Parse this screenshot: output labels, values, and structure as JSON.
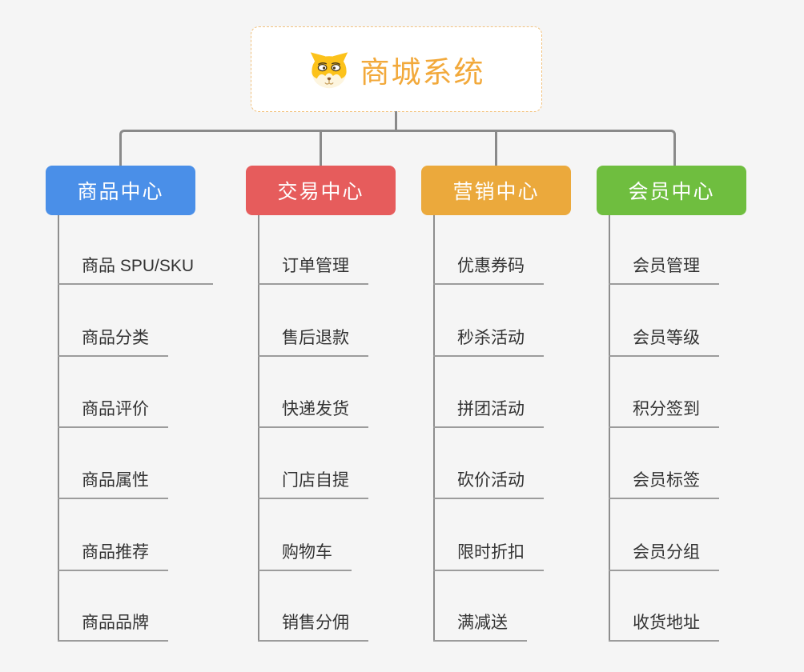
{
  "root": {
    "label": "商城系统",
    "icon": "dog-icon"
  },
  "branches": [
    {
      "id": "product-center",
      "label": "商品中心",
      "color": "#4A8FE8",
      "items": [
        "商品 SPU/SKU",
        "商品分类",
        "商品评价",
        "商品属性",
        "商品推荐",
        "商品品牌"
      ]
    },
    {
      "id": "trade-center",
      "label": "交易中心",
      "color": "#E65C5C",
      "items": [
        "订单管理",
        "售后退款",
        "快递发货",
        "门店自提",
        "购物车",
        "销售分佣"
      ]
    },
    {
      "id": "marketing-center",
      "label": "营销中心",
      "color": "#EBA93C",
      "items": [
        "优惠券码",
        "秒杀活动",
        "拼团活动",
        "砍价活动",
        "限时折扣",
        "满减送"
      ]
    },
    {
      "id": "member-center",
      "label": "会员中心",
      "color": "#6FBE3F",
      "items": [
        "会员管理",
        "会员等级",
        "积分签到",
        "会员标签",
        "会员分组",
        "收货地址"
      ]
    }
  ],
  "colors": {
    "background": "#F5F5F5",
    "connector": "#8A8A8A",
    "item_underline": "#9C9C9C",
    "item_text": "#333333",
    "root_text": "#F2A93B",
    "root_border": "#F2C27E",
    "root_background": "#FFFFFF"
  }
}
